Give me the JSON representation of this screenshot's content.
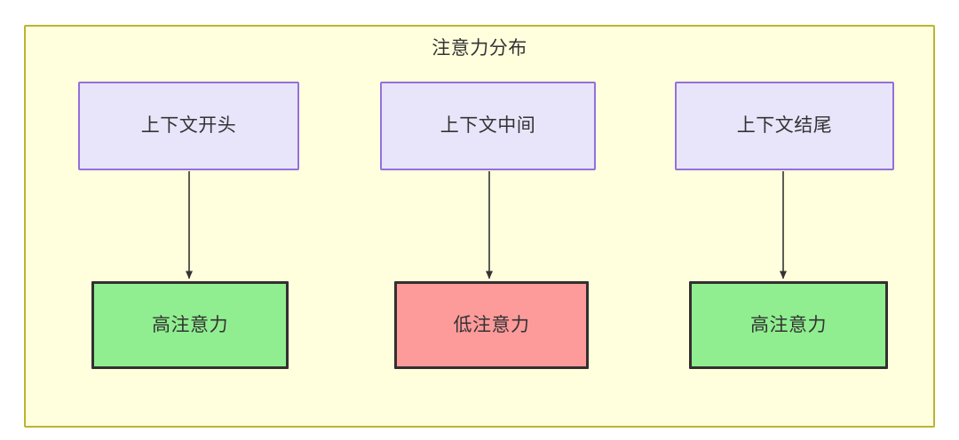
{
  "diagram": {
    "title": "注意力分布",
    "background_color": "#ffffdd",
    "border_color": "#bbb530",
    "nodes": {
      "sources": [
        {
          "id": "context-start",
          "label": "上下文开头",
          "fill": "#e8e5fb",
          "stroke": "#9370db"
        },
        {
          "id": "context-middle",
          "label": "上下文中间",
          "fill": "#e8e5fb",
          "stroke": "#9370db"
        },
        {
          "id": "context-end",
          "label": "上下文结尾",
          "fill": "#e8e5fb",
          "stroke": "#9370db"
        }
      ],
      "results": [
        {
          "id": "high-attention-start",
          "label": "高注意力",
          "fill": "#90ee90",
          "stroke": "#332f2f"
        },
        {
          "id": "low-attention-middle",
          "label": "低注意力",
          "fill": "#fd9a9a",
          "stroke": "#332f2f"
        },
        {
          "id": "high-attention-end",
          "label": "高注意力",
          "fill": "#90ee90",
          "stroke": "#332f2f"
        }
      ]
    },
    "edges": [
      {
        "from": "context-start",
        "to": "high-attention-start",
        "style": "arrow"
      },
      {
        "from": "context-middle",
        "to": "low-attention-middle",
        "style": "arrow"
      },
      {
        "from": "context-end",
        "to": "high-attention-end",
        "style": "arrow"
      }
    ]
  }
}
